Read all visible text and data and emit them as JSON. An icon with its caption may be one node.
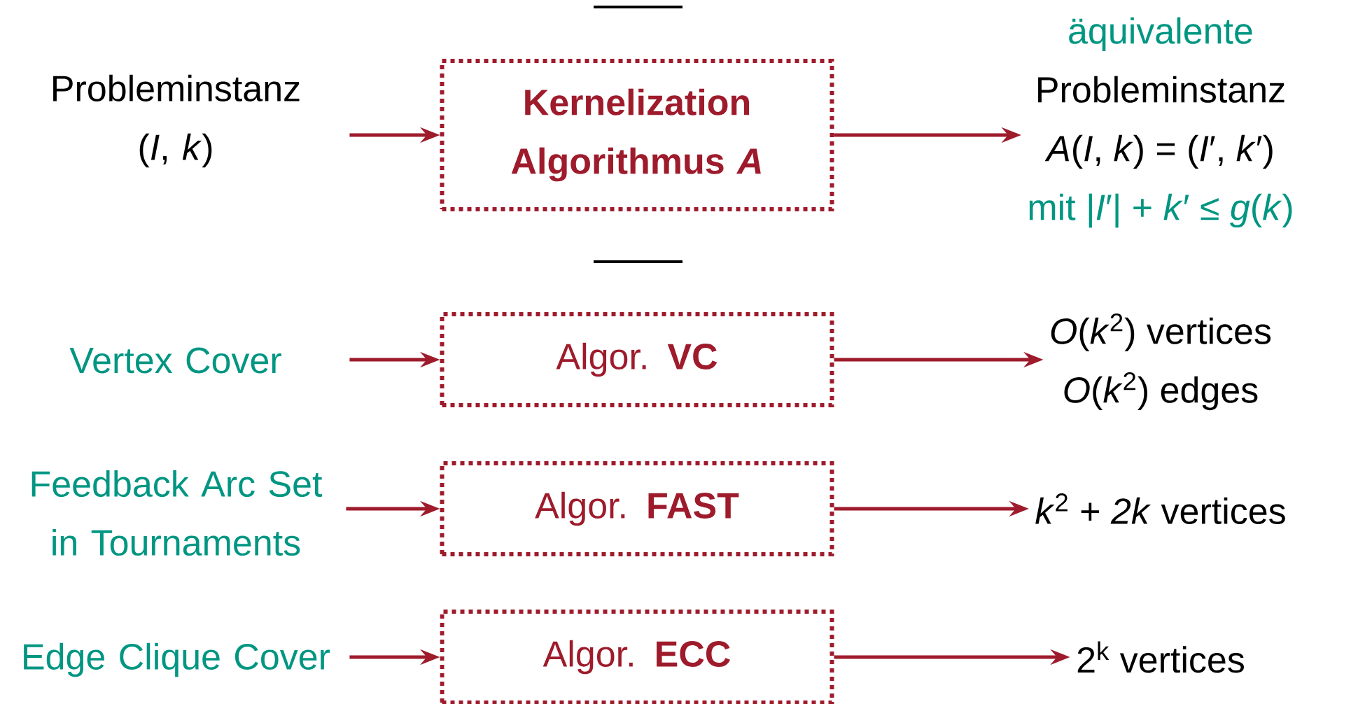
{
  "diagram": {
    "nodes": [
      {
        "text": [
          "Probleminstanz",
          "(*I*, *k*)"
        ]
      },
      {
        "text": [
          "Kernelization",
          "Algorithmus *A*"
        ]
      },
      {
        "text": [
          "äquivalente",
          "Probleminstanz",
          "*A*(*I*, *k*) = (*I*′, *k*′)",
          "mit |*I*′| + *k*′ ≤ *g*(*k*)"
        ]
      },
      {
        "text": [
          "Vertex Cover"
        ]
      },
      {
        "text": [
          "Algor. **VC**"
        ]
      },
      {
        "text": [
          "*O*(*k*$^{2}$) vertices",
          "*O*(*k*$^{2}$) edges"
        ]
      },
      {
        "text": [
          "Feedback Arc Set in Tournaments"
        ]
      },
      {
        "text": [
          "Algor. **FAST**"
        ]
      },
      {
        "text": [
          "*k*$^{2}$ + *2k* vertices"
        ]
      },
      {
        "text": [
          "Edge Clique Cover"
        ]
      },
      {
        "text": [
          "Algor. **ECC**"
        ]
      },
      {
        "text": [
          "2$^{k}$ vertices"
        ]
      }
    ],
    "edges": [
      {
        "from": 0,
        "to": 1,
        "arrow": "to"
      },
      {
        "from": 1,
        "to": 2,
        "arrow": "to"
      },
      {
        "from": 3,
        "to": 4,
        "arrow": "to"
      },
      {
        "from": 4,
        "to": 5,
        "arrow": "to"
      },
      {
        "from": 6,
        "to": 7,
        "arrow": "to"
      },
      {
        "from": 7,
        "to": 8,
        "arrow": "to"
      },
      {
        "from": 9,
        "to": 10,
        "arrow": "to"
      },
      {
        "from": 10,
        "to": 11,
        "arrow": "to"
      }
    ]
  }
}
